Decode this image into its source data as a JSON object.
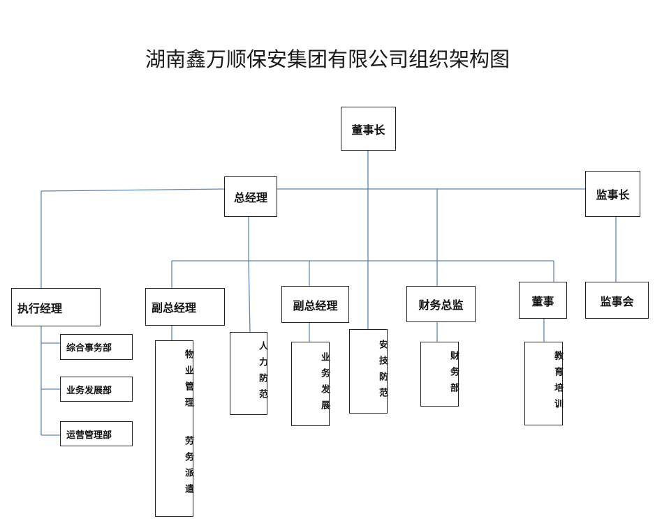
{
  "title": "湖南鑫万顺保安集团有限公司组织架构图",
  "colors": {
    "connector": "#5b85b8",
    "border": "#222222"
  },
  "nodes": {
    "chairman": "董事长",
    "general_manager": "总经理",
    "supervisor_chair": "监事长",
    "executive_manager": "执行经理",
    "vgm1": "副总经理",
    "vgm2": "副总经理",
    "cfo": "财务总监",
    "director": "董事",
    "supervisory_board": "监事会",
    "general_affairs": "综合事务部",
    "business_dev": "业务发展部",
    "operations_mgmt": "运营管理部",
    "property_mgmt": "物业管理",
    "labor_dispatch": "劳务派遣",
    "hr_dept": "人力防范",
    "business_expand": "业务发展",
    "security_tech": "安技防范",
    "finance_dept": "财务部",
    "education_training": "教育培训"
  }
}
